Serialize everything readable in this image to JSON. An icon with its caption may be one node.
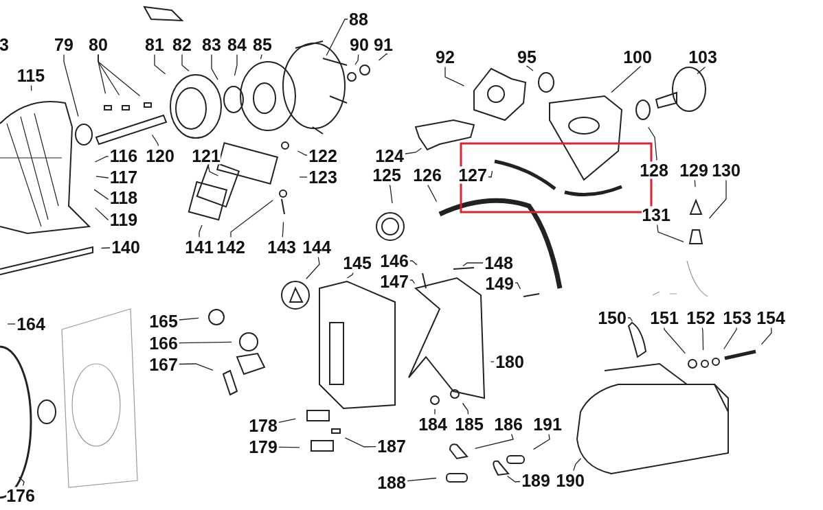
{
  "diagram": {
    "nodes": [
      {
        "text": [
          "88"
        ]
      },
      {
        "text": [
          "79"
        ]
      },
      {
        "text": [
          "80"
        ]
      },
      {
        "text": [
          "81"
        ]
      },
      {
        "text": [
          "82"
        ]
      },
      {
        "text": [
          "83"
        ]
      },
      {
        "text": [
          "84"
        ]
      },
      {
        "text": [
          "85"
        ]
      },
      {
        "text": [
          "90"
        ]
      },
      {
        "text": [
          "91"
        ]
      },
      {
        "text": [
          "92"
        ]
      },
      {
        "text": [
          "95"
        ]
      },
      {
        "text": [
          "100"
        ]
      },
      {
        "text": [
          "103"
        ]
      },
      {
        "text": [
          "115"
        ]
      },
      {
        "text": [
          "116"
        ]
      },
      {
        "text": [
          "120"
        ]
      },
      {
        "text": [
          "121"
        ]
      },
      {
        "text": [
          "122"
        ]
      },
      {
        "text": [
          "124"
        ]
      },
      {
        "text": [
          "117"
        ]
      },
      {
        "text": [
          "123"
        ]
      },
      {
        "text": [
          "125"
        ]
      },
      {
        "text": [
          "126"
        ]
      },
      {
        "text": [
          "127"
        ]
      },
      {
        "text": [
          "128"
        ]
      },
      {
        "text": [
          "129"
        ]
      },
      {
        "text": [
          "130"
        ]
      },
      {
        "text": [
          "118"
        ]
      },
      {
        "text": [
          "119"
        ]
      },
      {
        "text": [
          "131"
        ]
      },
      {
        "text": [
          "140"
        ]
      },
      {
        "text": [
          "141"
        ]
      },
      {
        "text": [
          "142"
        ]
      },
      {
        "text": [
          "143"
        ]
      },
      {
        "text": [
          "144"
        ]
      },
      {
        "text": [
          "145"
        ]
      },
      {
        "text": [
          "146"
        ]
      },
      {
        "text": [
          "148"
        ]
      },
      {
        "text": [
          "147"
        ]
      },
      {
        "text": [
          "149"
        ]
      },
      {
        "text": [
          "164"
        ]
      },
      {
        "text": [
          "150"
        ]
      },
      {
        "text": [
          "151"
        ]
      },
      {
        "text": [
          "152"
        ]
      },
      {
        "text": [
          "153"
        ]
      },
      {
        "text": [
          "154"
        ]
      },
      {
        "text": [
          "165"
        ]
      },
      {
        "text": [
          "166"
        ]
      },
      {
        "text": [
          "167"
        ]
      },
      {
        "text": [
          "180"
        ]
      },
      {
        "text": [
          "184"
        ]
      },
      {
        "text": [
          "185"
        ]
      },
      {
        "text": [
          "186"
        ]
      },
      {
        "text": [
          "191"
        ]
      },
      {
        "text": [
          "178"
        ]
      },
      {
        "text": [
          "179"
        ]
      },
      {
        "text": [
          "187"
        ]
      },
      {
        "text": [
          "188"
        ]
      },
      {
        "text": [
          "189"
        ]
      },
      {
        "text": [
          "190"
        ]
      },
      {
        "text": [
          "176"
        ]
      }
    ],
    "edges": [
      {
        "from": 0,
        "to": null,
        "arrow": "none"
      },
      {
        "from": 1,
        "to": null,
        "arrow": "none"
      },
      {
        "from": 2,
        "to": null,
        "arrow": "none"
      },
      {
        "from": 2,
        "to": null,
        "arrow": "none"
      },
      {
        "from": 2,
        "to": null,
        "arrow": "none"
      },
      {
        "from": 3,
        "to": null,
        "arrow": "none"
      },
      {
        "from": 4,
        "to": null,
        "arrow": "none"
      },
      {
        "from": 5,
        "to": null,
        "arrow": "none"
      },
      {
        "from": 6,
        "to": null,
        "arrow": "none"
      },
      {
        "from": 7,
        "to": null,
        "arrow": "none"
      },
      {
        "from": 8,
        "to": null,
        "arrow": "none"
      },
      {
        "from": 9,
        "to": null,
        "arrow": "none"
      },
      {
        "from": 10,
        "to": null,
        "arrow": "none"
      },
      {
        "from": 11,
        "to": null,
        "arrow": "none"
      },
      {
        "from": 12,
        "to": null,
        "arrow": "none"
      },
      {
        "from": 13,
        "to": null,
        "arrow": "none"
      },
      {
        "from": 14,
        "to": null,
        "arrow": "none"
      },
      {
        "from": 15,
        "to": null,
        "arrow": "none"
      },
      {
        "from": 16,
        "to": null,
        "arrow": "none"
      },
      {
        "from": 17,
        "to": null,
        "arrow": "none"
      },
      {
        "from": 18,
        "to": null,
        "arrow": "none"
      },
      {
        "from": 19,
        "to": null,
        "arrow": "none"
      },
      {
        "from": 20,
        "to": null,
        "arrow": "none"
      },
      {
        "from": 21,
        "to": null,
        "arrow": "none"
      },
      {
        "from": 22,
        "to": null,
        "arrow": "none"
      },
      {
        "from": 23,
        "to": null,
        "arrow": "none"
      },
      {
        "from": 24,
        "to": null,
        "arrow": "none"
      },
      {
        "from": 25,
        "to": null,
        "arrow": "none"
      },
      {
        "from": 26,
        "to": null,
        "arrow": "none"
      },
      {
        "from": 27,
        "to": null,
        "arrow": "none"
      },
      {
        "from": 28,
        "to": null,
        "arrow": "none"
      },
      {
        "from": 29,
        "to": null,
        "arrow": "none"
      },
      {
        "from": 30,
        "to": null,
        "arrow": "none"
      },
      {
        "from": 31,
        "to": null,
        "arrow": "none"
      },
      {
        "from": 32,
        "to": null,
        "arrow": "none"
      },
      {
        "from": 33,
        "to": null,
        "arrow": "none"
      },
      {
        "from": 34,
        "to": null,
        "arrow": "none"
      },
      {
        "from": 35,
        "to": null,
        "arrow": "none"
      },
      {
        "from": 36,
        "to": null,
        "arrow": "none"
      },
      {
        "from": 37,
        "to": null,
        "arrow": "none"
      },
      {
        "from": 38,
        "to": null,
        "arrow": "none"
      },
      {
        "from": 39,
        "to": null,
        "arrow": "none"
      },
      {
        "from": 40,
        "to": null,
        "arrow": "none"
      },
      {
        "from": 41,
        "to": null,
        "arrow": "none"
      },
      {
        "from": 42,
        "to": null,
        "arrow": "none"
      },
      {
        "from": 43,
        "to": null,
        "arrow": "none"
      },
      {
        "from": 44,
        "to": null,
        "arrow": "none"
      },
      {
        "from": 45,
        "to": null,
        "arrow": "none"
      },
      {
        "from": 46,
        "to": null,
        "arrow": "none"
      },
      {
        "from": 47,
        "to": null,
        "arrow": "none"
      },
      {
        "from": 48,
        "to": null,
        "arrow": "none"
      },
      {
        "from": 49,
        "to": null,
        "arrow": "none"
      },
      {
        "from": 50,
        "to": null,
        "arrow": "none"
      },
      {
        "from": 51,
        "to": null,
        "arrow": "none"
      },
      {
        "from": 52,
        "to": null,
        "arrow": "none"
      },
      {
        "from": 53,
        "to": null,
        "arrow": "none"
      },
      {
        "from": 54,
        "to": null,
        "arrow": "none"
      },
      {
        "from": 55,
        "to": null,
        "arrow": "none"
      },
      {
        "from": 56,
        "to": null,
        "arrow": "none"
      },
      {
        "from": 57,
        "to": null,
        "arrow": "none"
      },
      {
        "from": 58,
        "to": null,
        "arrow": "none"
      },
      {
        "from": 59,
        "to": null,
        "arrow": "none"
      },
      {
        "from": 60,
        "to": null,
        "arrow": "none"
      },
      {
        "from": 61,
        "to": null,
        "arrow": "none"
      }
    ],
    "labels": [
      "3"
    ]
  }
}
